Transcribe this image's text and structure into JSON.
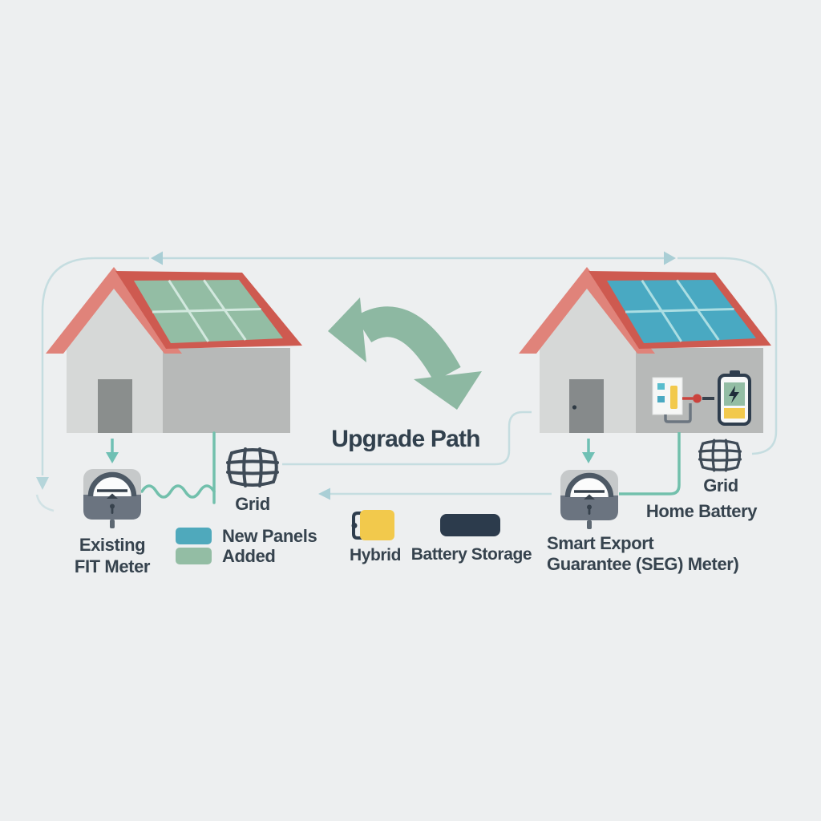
{
  "colors": {
    "background": "#edeff0",
    "roof_red": "#ce5a50",
    "roof_red_light": "#e0837a",
    "panel_green": "#93bda4",
    "panel_blue": "#49a9c2",
    "panel_line_green": "#d2e8de",
    "panel_line_blue": "#abdee3",
    "wall_front": "#d6d8d7",
    "wall_side": "#b7b9b8",
    "door": "#8a8e8d",
    "teal_swatch": "#4fa9bc",
    "sage_swatch": "#93bda4",
    "yellow": "#f2c94c",
    "navy": "#2c3b4c",
    "text": "#36434e",
    "line_light": "#c5dde0",
    "line_green": "#72c0ac",
    "arrow_sage": "#8db8a2",
    "arrow_teal": "#6fc0b4",
    "meter_top": "#c6c9ca",
    "meter_bottom": "#6b7480",
    "red_wire": "#cb433d"
  },
  "icons": {
    "left_meter": "analog-meter-icon",
    "right_meter": "analog-meter-icon",
    "grid_left": "power-grid-globe-icon",
    "grid_right": "power-grid-globe-icon",
    "hybrid": "hybrid-inverter-icon",
    "battery_storage": "battery-storage-icon",
    "home_battery": "home-battery-icon",
    "inverter": "wall-inverter-icon",
    "upgrade_arrow": "curved-upgrade-arrow-icon",
    "top_arrow": "double-headed-flow-arrow",
    "export_arrow": "left-flow-arrow",
    "house_down_arrow": "down-arrow-icon"
  },
  "center": {
    "upgrade_path_label": "Upgrade Path"
  },
  "left_house": {
    "meter_label_line1": "Existing",
    "meter_label_line2": "FIT Meter",
    "grid_label": "Grid",
    "legend": [
      {
        "swatch_color": "#4fa9bc",
        "label": "New Panels"
      },
      {
        "swatch_color": "#93bda4",
        "label": "Added"
      }
    ]
  },
  "middle_legend": {
    "hybrid_label": "Hybrid",
    "battery_storage_label": "Battery Storage"
  },
  "right_house": {
    "meter_label_line1": "Smart Export",
    "meter_label_line2": "Guarantee (SEG) Meter)",
    "grid_label": "Grid",
    "home_battery_label": "Home Battery"
  }
}
